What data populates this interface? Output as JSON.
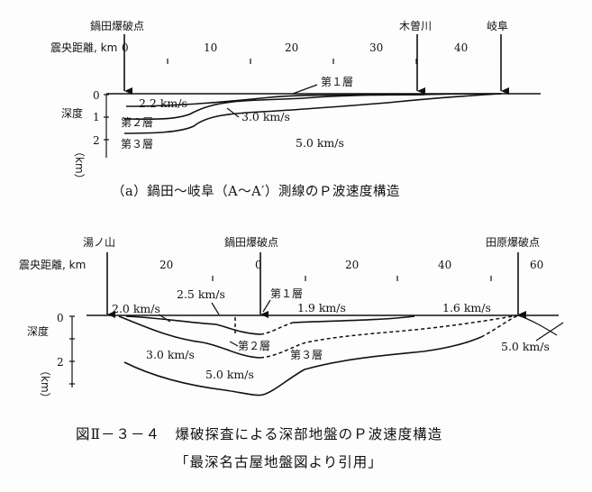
{
  "diagram_a": {
    "epicentral_label": "震央距離, km",
    "depth_label": "深度",
    "depth_unit": "（km）",
    "x_ticks": [
      "0",
      "10",
      "20",
      "30",
      "40"
    ],
    "y_ticks": [
      "0",
      "1",
      "2"
    ],
    "markers": [
      "鍋田爆破点",
      "木曽川",
      "岐阜"
    ],
    "layers": [
      "第１層",
      "第２層",
      "第３層"
    ],
    "velocities": [
      "2.2 km/s",
      "3.0 km/s",
      "5.0 km/s"
    ],
    "caption": "（a）鍋田〜岐阜（A〜A′）測線のＰ波速度構造"
  },
  "diagram_b": {
    "epicentral_label": "震央距離, km",
    "depth_label": "深度",
    "depth_unit": "（km）",
    "x_ticks": [
      "20",
      "0",
      "20",
      "40",
      "60"
    ],
    "y_ticks": [
      "0",
      "2"
    ],
    "markers": [
      "湯ノ山",
      "鍋田爆破点",
      "田原爆破点"
    ],
    "layers": [
      "第１層",
      "第２層",
      "第３層"
    ],
    "velocities": [
      "2.0 km/s",
      "2.5 km/s",
      "1.9 km/s",
      "1.6 km/s",
      "3.0 km/s",
      "5.0 km/s",
      "5.0 km/s"
    ]
  },
  "figure_caption": "図Ⅱ－３－４　爆破探査による深部地盤のＰ波速度構造",
  "figure_source": "「最深名古屋地盤図より引用」"
}
